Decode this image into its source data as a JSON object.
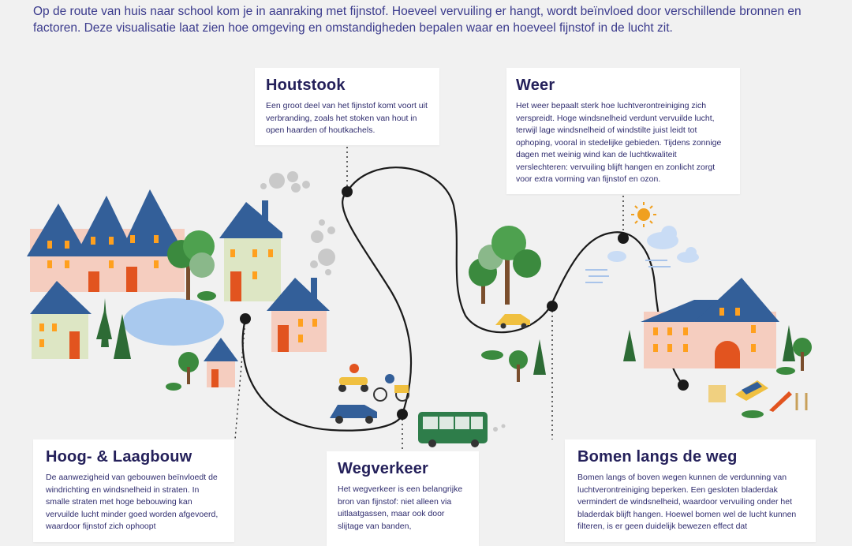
{
  "intro": "Op de route van huis naar school kom je in aanraking met fijnstof. Hoeveel vervuiling er hangt, wordt beïnvloed door verschillende bronnen en factoren. Deze visualisatie laat zien hoe omgeving en omstandigheden bepalen waar en hoeveel fijnstof in de lucht zit.",
  "cards": {
    "houtstook": {
      "title": "Houtstook",
      "text": "Een groot deel van het fijnstof komt voort uit verbranding, zoals het stoken van hout in open haarden of houtkachels."
    },
    "weer": {
      "title": "Weer",
      "text": "Het weer bepaalt sterk hoe luchtverontreiniging zich verspreidt. Hoge windsnelheid verdunt vervuilde lucht, terwijl lage windsnelheid of windstilte juist leidt tot ophoping, vooral in stedelijke gebieden. Tijdens zonnige dagen met weinig wind kan de luchtkwaliteit verslechteren: vervuiling blijft hangen en zonlicht zorgt voor extra vorming van fijnstof en ozon."
    },
    "hoog": {
      "title": "Hoog- & Laagbouw",
      "text": "De aanwezigheid van gebouwen beïnvloedt de windrichting en windsnelheid in straten. In smalle straten met hoge bebouwing kan vervuilde lucht minder goed worden afgevoerd, waardoor fijnstof zich ophoopt"
    },
    "weg": {
      "title": "Wegverkeer",
      "text": "Het wegverkeer is een belangrijke bron van fijnstof: niet alleen via uitlaatgassen, maar ook door slijtage van banden,"
    },
    "bomen": {
      "title": "Bomen langs de weg",
      "text": "Bomen langs of boven wegen kunnen de verdunning van luchtverontreiniging beperken. Een gesloten bladerdak vermindert de windsnelheid, waardoor vervuiling onder het bladerdak blijft hangen. Hoewel bomen wel de lucht kunnen filteren, is er geen duidelijk bewezen effect dat"
    }
  },
  "colors": {
    "background": "#f1f1f1",
    "text": "#26235e",
    "route": "#1a1a1a",
    "roof": "#335f99",
    "house_pink": "#f5cdbf",
    "house_green": "#dde6c4",
    "tree_green": "#3b8a3e",
    "water": "#a9c9ee",
    "bus": "#2e7d4a"
  }
}
